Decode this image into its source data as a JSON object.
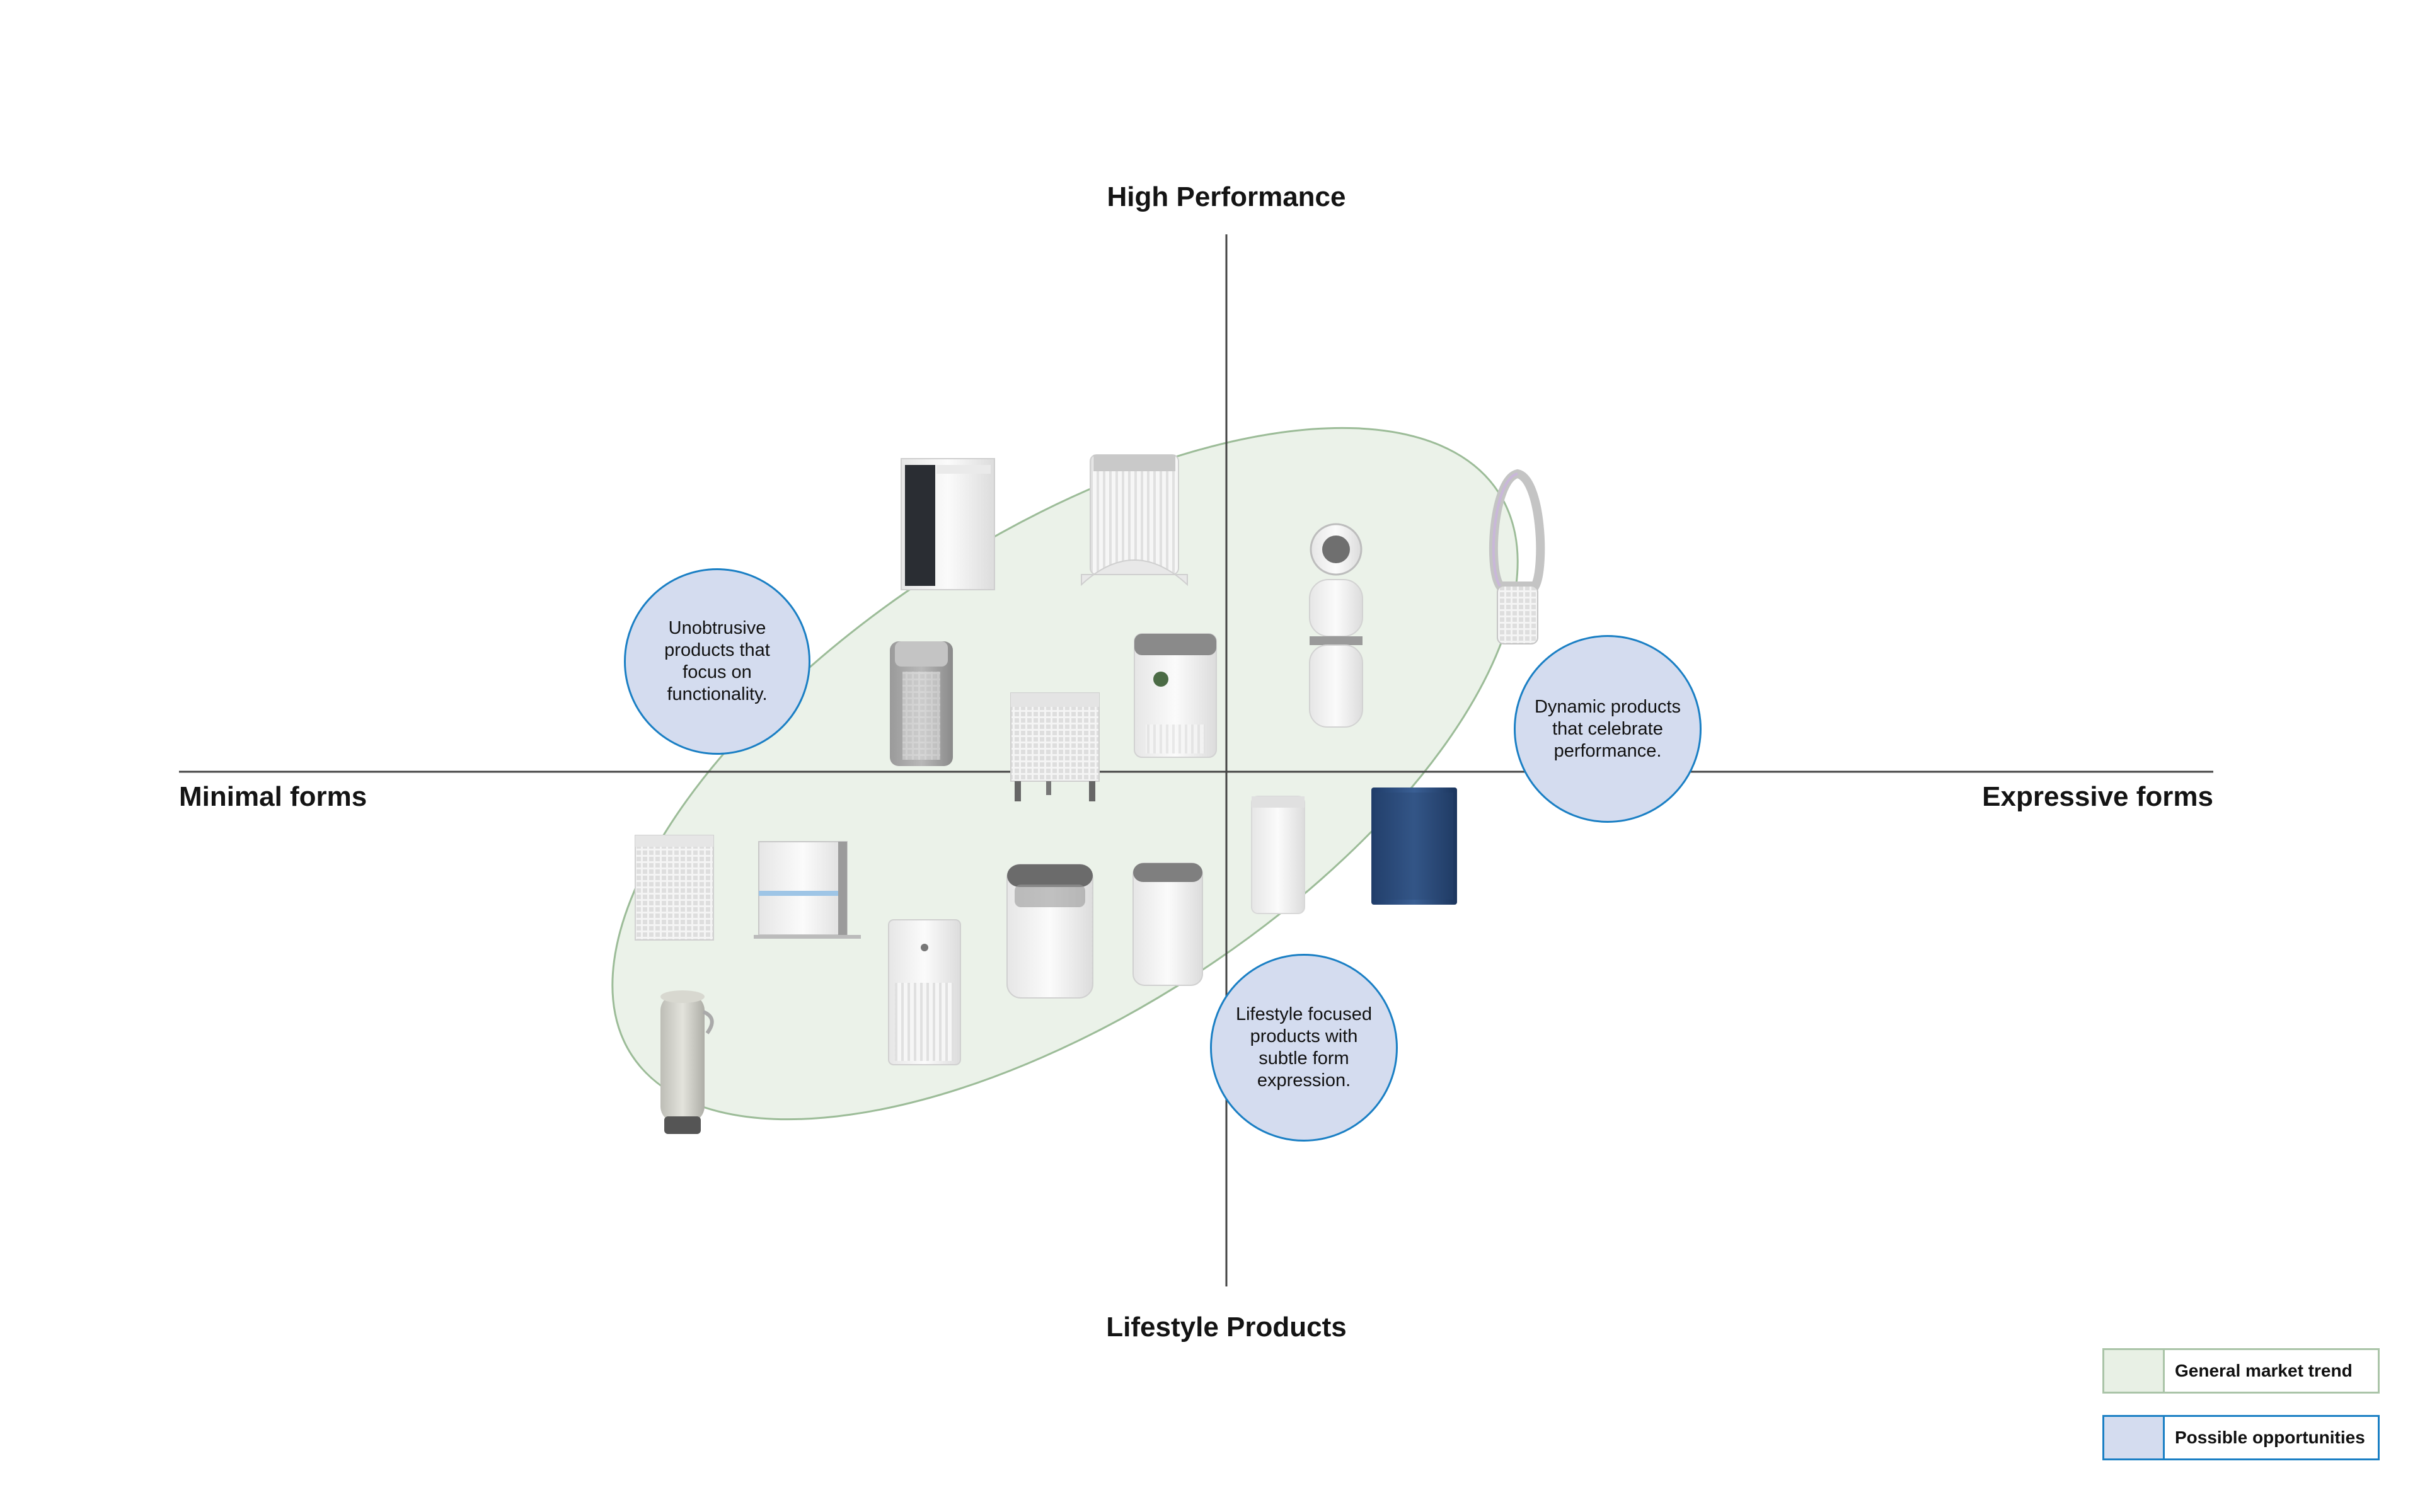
{
  "axes": {
    "top": "High Performance",
    "bottom": "Lifestyle Products",
    "left": "Minimal forms",
    "right": "Expressive forms"
  },
  "bubbles": [
    {
      "id": "unobtrusive",
      "text": "Unobtrusive products that focus on functionality."
    },
    {
      "id": "dynamic",
      "text": "Dynamic products that celebrate performance."
    },
    {
      "id": "lifestyle",
      "text": "Lifestyle focused products with subtle form expression."
    }
  ],
  "legend": {
    "trend": "General market trend",
    "opportunities": "Possible opportunities"
  },
  "colors": {
    "trend_fill": "#e8f0e5",
    "trend_stroke": "#9cbc98",
    "opportunity_fill": "#d4dcef",
    "opportunity_stroke": "#1a7fc4",
    "axis": "#444444",
    "navy_product": "#2b4f82"
  },
  "products": [
    {
      "name": "tower-black-front-purifier-icon"
    },
    {
      "name": "white-arched-tower-purifier-icon"
    },
    {
      "name": "grey-cylinder-purifier-icon"
    },
    {
      "name": "grid-front-legged-purifier-icon"
    },
    {
      "name": "white-box-purifier-icon"
    },
    {
      "name": "white-ring-tower-purifier-icon"
    },
    {
      "name": "bladeless-fan-purifier-icon"
    },
    {
      "name": "white-grid-square-purifier-icon"
    },
    {
      "name": "flat-panel-purifier-icon"
    },
    {
      "name": "white-column-purifier-icon"
    },
    {
      "name": "white-rounded-purifier-icon"
    },
    {
      "name": "white-slim-purifier-icon"
    },
    {
      "name": "white-small-tower-purifier-icon"
    },
    {
      "name": "navy-box-purifier-icon"
    },
    {
      "name": "silver-cylinder-purifier-icon"
    }
  ]
}
